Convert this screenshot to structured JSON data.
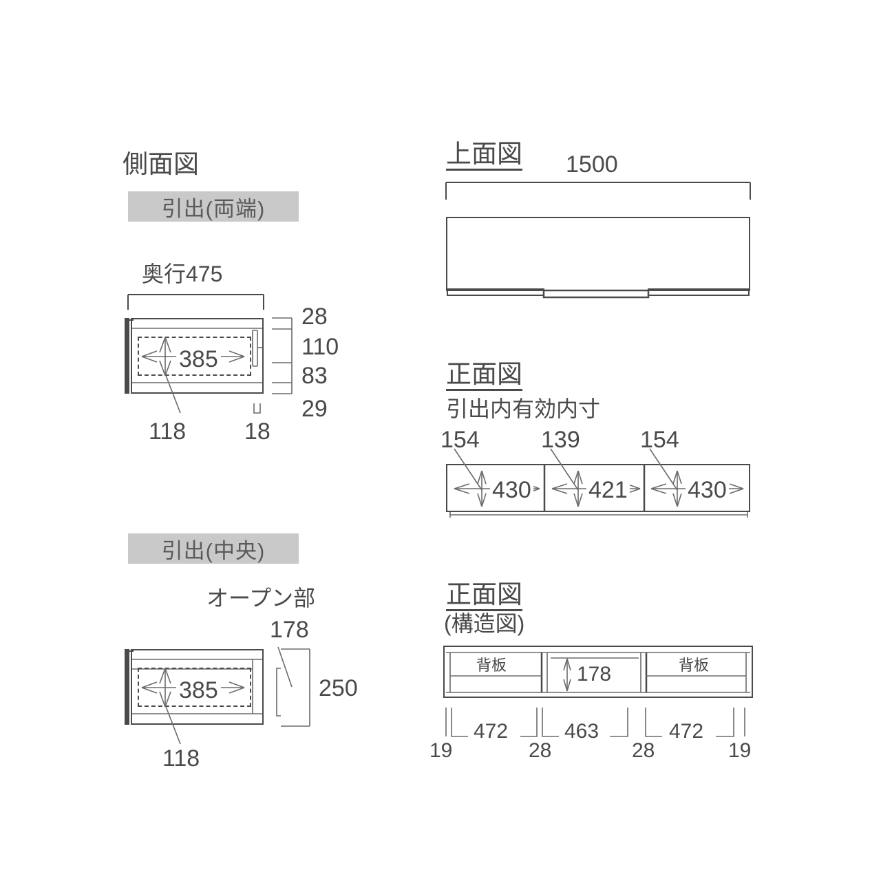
{
  "drawing": {
    "units_note": "mm",
    "line_color": "#4a4a4a",
    "tag_bg_color": "#c9c9c9"
  },
  "side_view": {
    "title": "側面図",
    "tag_top": "引出(両端)",
    "tag_bottom": "引出(中央)",
    "top": {
      "depth_label": "奥行475",
      "inner_width": "385",
      "leader_value": "118",
      "small_value": "18",
      "right_dims": [
        "28",
        "110",
        "83",
        "29"
      ]
    },
    "bottom": {
      "open_label": "オープン部",
      "open_value": "178",
      "total_value": "250",
      "inner_width": "385",
      "leader_value": "118"
    }
  },
  "top_view": {
    "title": "上面図",
    "width_label": "1500"
  },
  "front_view": {
    "title": "正面図",
    "subtitle": "引出内有効内寸",
    "heights": [
      "154",
      "139",
      "154"
    ],
    "widths": [
      "430",
      "421",
      "430"
    ]
  },
  "structure_view": {
    "title": "正面図",
    "subtitle": "(構造図)",
    "back_panel_label": "背板",
    "center_height": "178",
    "bottom_dims": [
      "19",
      "472",
      "28",
      "463",
      "28",
      "472",
      "19"
    ]
  }
}
